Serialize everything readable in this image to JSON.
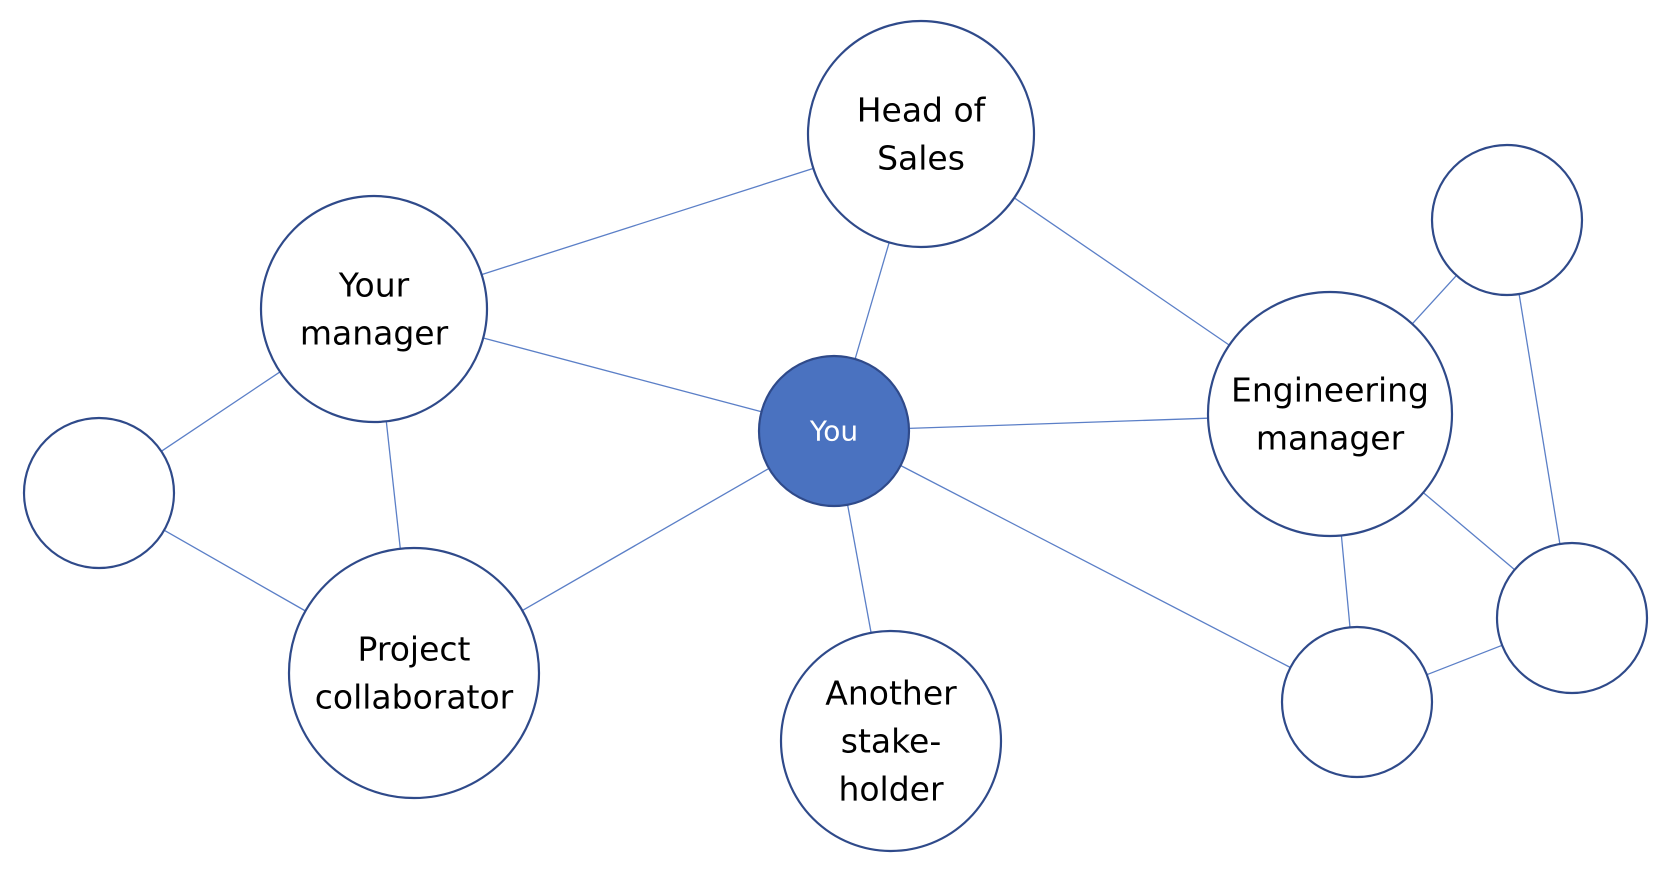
{
  "diagram": {
    "colors": {
      "center_fill": "#4a72c0",
      "node_fill": "#ffffff",
      "node_stroke": "#2f4a8a",
      "edge": "#5b7fc7",
      "center_text": "#ffffff",
      "node_text": "#000000"
    },
    "nodes": [
      {
        "id": "you",
        "lines": [
          "You"
        ],
        "center": true
      },
      {
        "id": "head-of-sales",
        "lines": [
          "Head of",
          "Sales"
        ]
      },
      {
        "id": "your-manager",
        "lines": [
          "Your",
          "manager"
        ]
      },
      {
        "id": "engineering-manager",
        "lines": [
          "Engineering",
          "manager"
        ]
      },
      {
        "id": "project-collaborator",
        "lines": [
          "Project",
          "collaborator"
        ]
      },
      {
        "id": "another-stakeholder",
        "lines": [
          "Another",
          "stake-",
          "holder"
        ]
      },
      {
        "id": "left-blank",
        "lines": []
      },
      {
        "id": "top-right-blank",
        "lines": []
      },
      {
        "id": "right-blank",
        "lines": []
      },
      {
        "id": "bottom-right-blank",
        "lines": []
      }
    ],
    "edges": [
      [
        "you",
        "head-of-sales"
      ],
      [
        "you",
        "your-manager"
      ],
      [
        "you",
        "engineering-manager"
      ],
      [
        "you",
        "project-collaborator"
      ],
      [
        "you",
        "another-stakeholder"
      ],
      [
        "you",
        "bottom-right-blank"
      ],
      [
        "head-of-sales",
        "your-manager"
      ],
      [
        "head-of-sales",
        "engineering-manager"
      ],
      [
        "your-manager",
        "project-collaborator"
      ],
      [
        "your-manager",
        "left-blank"
      ],
      [
        "left-blank",
        "project-collaborator"
      ],
      [
        "engineering-manager",
        "top-right-blank"
      ],
      [
        "engineering-manager",
        "right-blank"
      ],
      [
        "engineering-manager",
        "bottom-right-blank"
      ],
      [
        "top-right-blank",
        "right-blank"
      ],
      [
        "right-blank",
        "bottom-right-blank"
      ]
    ]
  }
}
